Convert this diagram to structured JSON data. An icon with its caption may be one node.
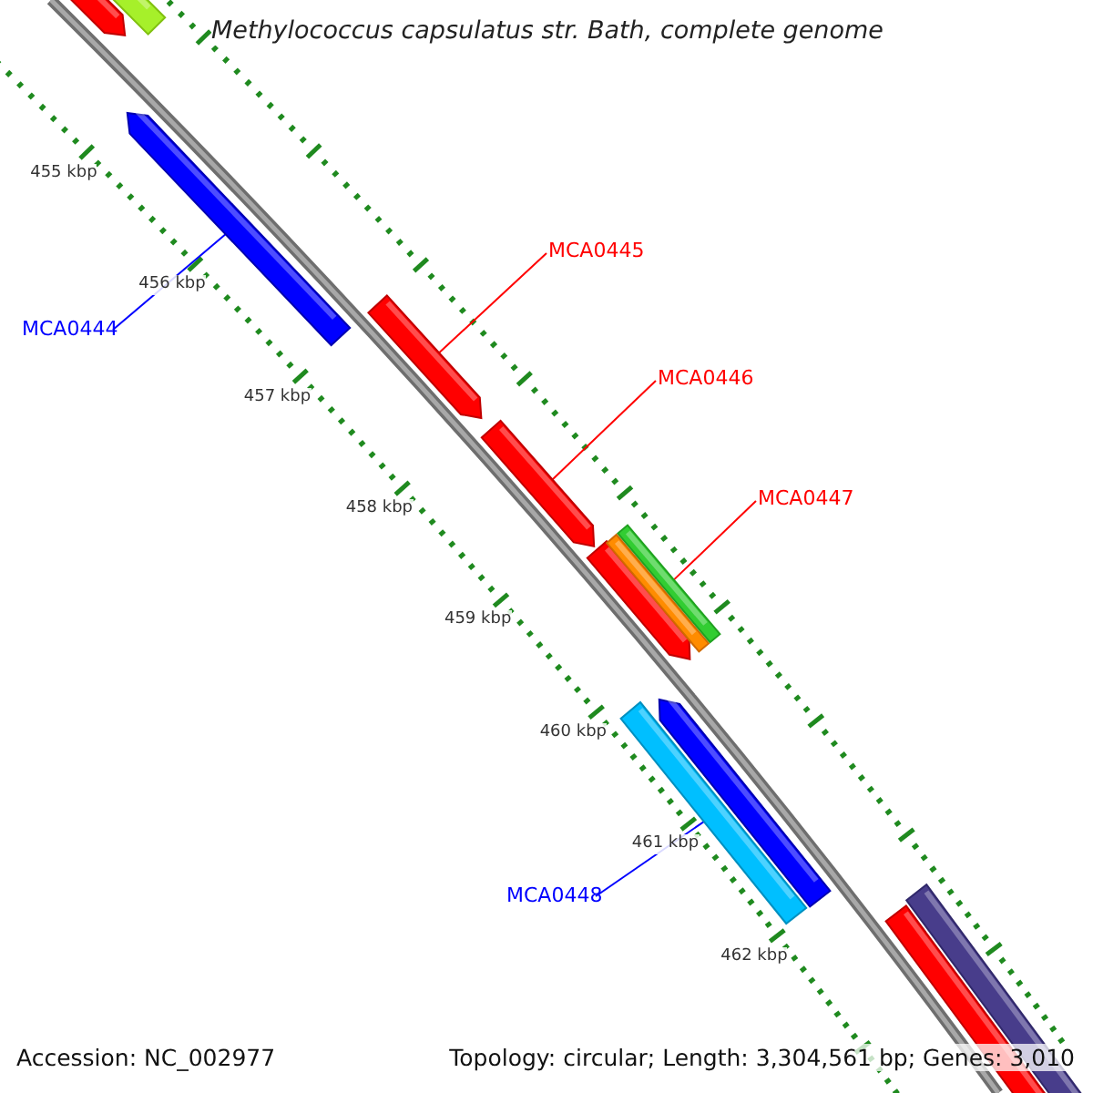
{
  "diagram": {
    "title": "Methylococcus capsulatus str. Bath, complete genome",
    "nodes": [
      {
        "text": [
          "MCA0444"
        ]
      },
      {
        "text": [],
        "shape": "bar"
      },
      {
        "text": [
          "MCA0445"
        ]
      },
      {
        "text": [],
        "shape": "bar"
      },
      {
        "text": [
          "MCA0446"
        ]
      },
      {
        "text": [],
        "shape": "bar"
      },
      {
        "text": [
          "MCA0447"
        ]
      },
      {
        "text": [],
        "shape": "bar"
      },
      {
        "text": [
          "MCA0448"
        ]
      },
      {
        "text": [],
        "shape": "bar"
      }
    ],
    "edges": [
      {
        "from": 0,
        "to": 1,
        "arrow": "none",
        "color": "#0000ff"
      },
      {
        "from": 2,
        "to": 3,
        "arrow": "none"
      },
      {
        "from": 4,
        "to": 5,
        "arrow": "none"
      },
      {
        "from": 6,
        "to": 7,
        "arrow": "none"
      },
      {
        "from": 8,
        "to": 9,
        "arrow": "none",
        "color": "#0000ff"
      }
    ],
    "labels": [
      "455 kbp",
      "456 kbp",
      "457 kbp",
      "458 kbp",
      "459 kbp",
      "460 kbp",
      "461 kbp",
      "462 kbp",
      "Accession: NC_002977",
      "Topology: circular; Length: 3,304,561 bp; Genes: 3,010"
    ]
  }
}
